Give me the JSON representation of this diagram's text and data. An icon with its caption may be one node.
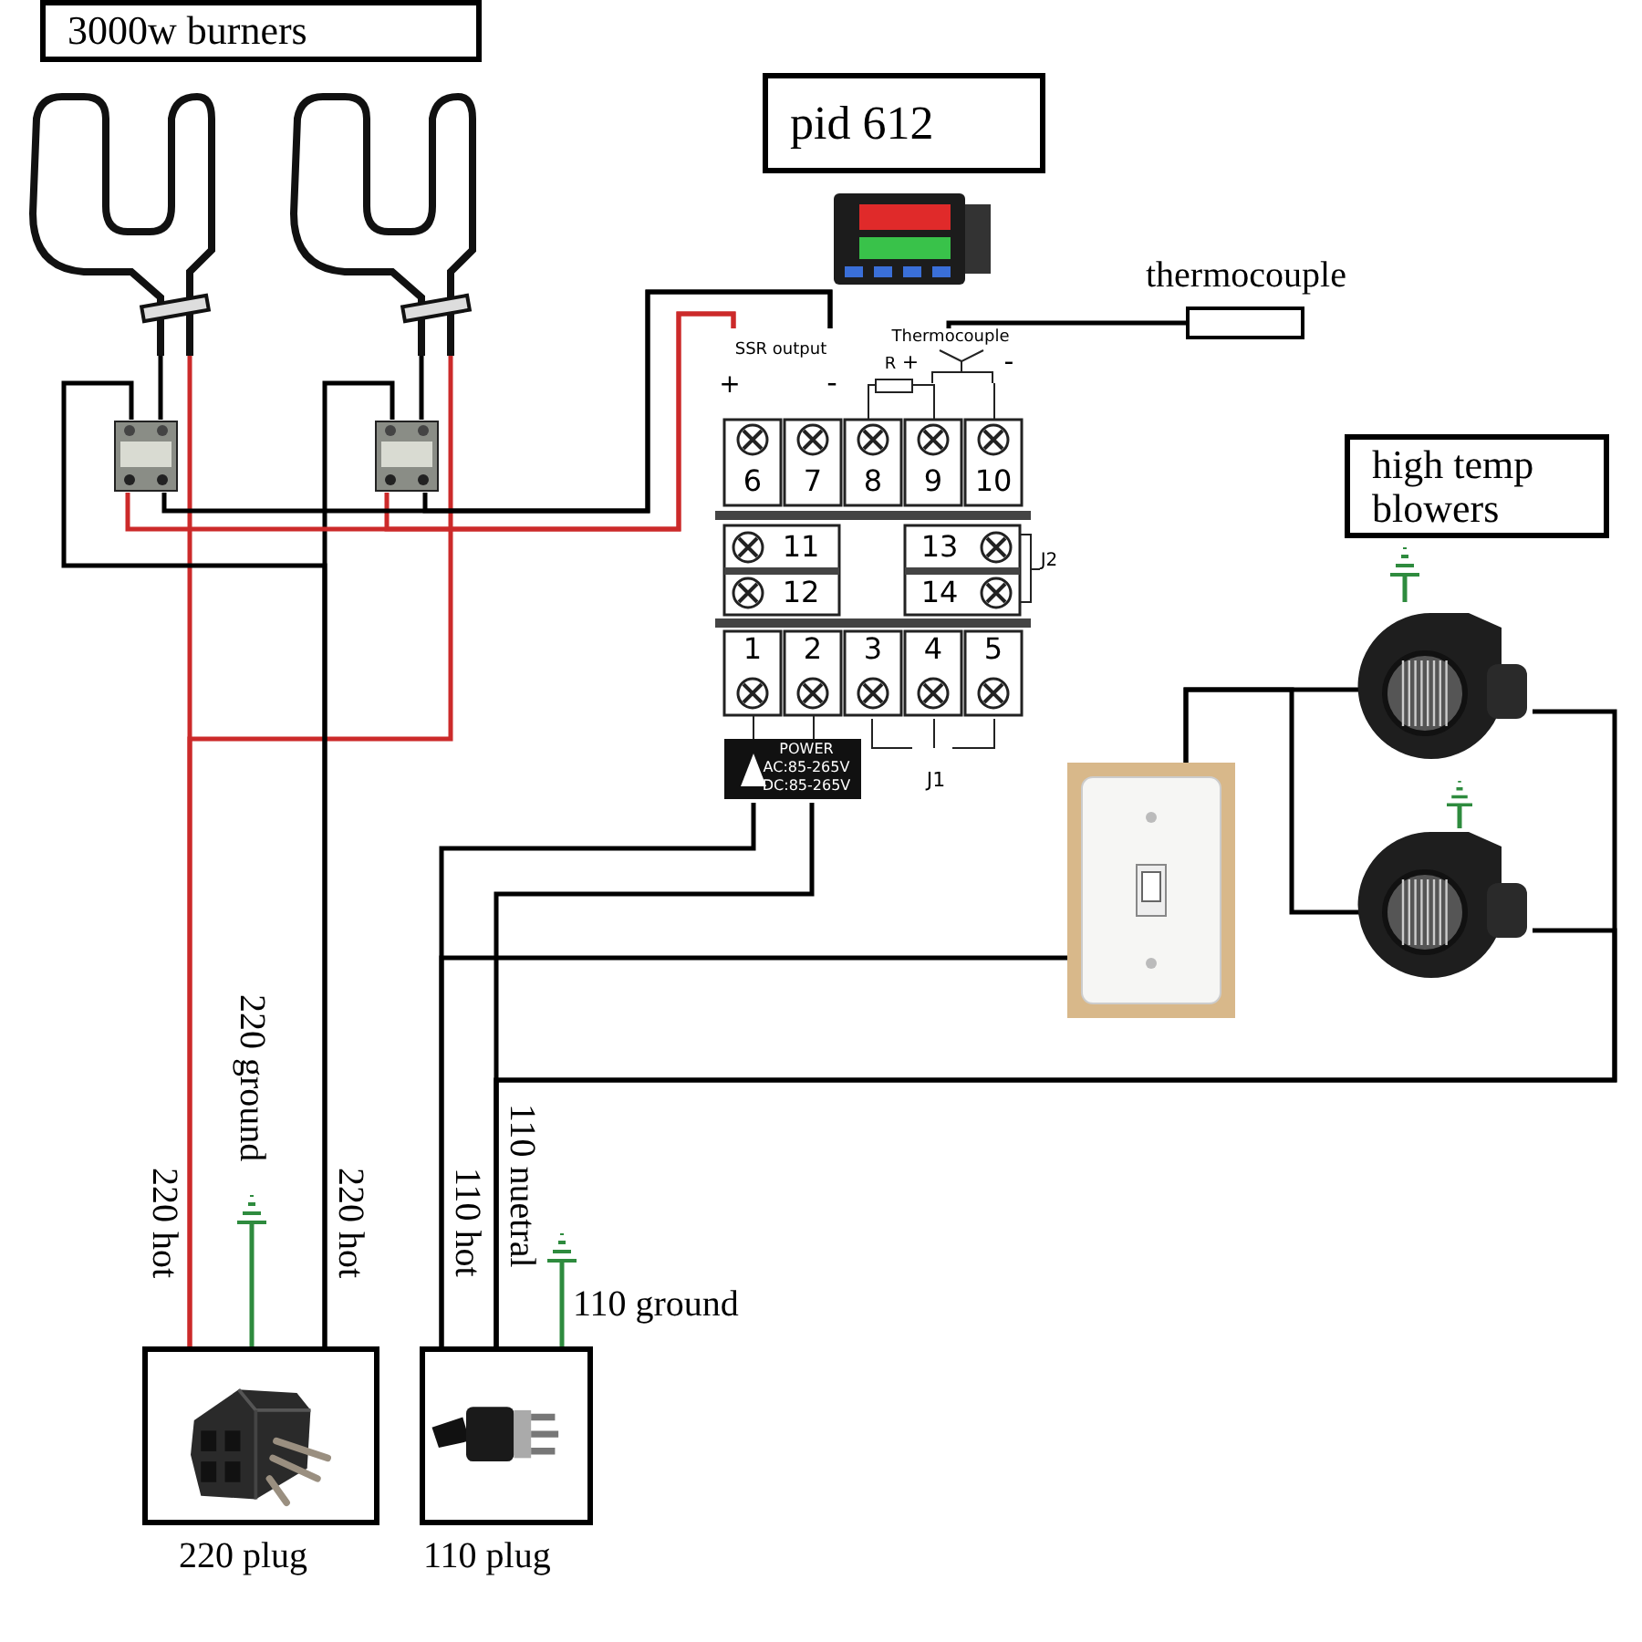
{
  "diagram": {
    "nodes": [
      {
        "text": [
          "3000w burners"
        ]
      },
      {
        "text": [],
        "shape": "picture"
      },
      {
        "text": [],
        "shape": "picture"
      },
      {
        "text": [],
        "shape": "picture"
      },
      {
        "text": [],
        "shape": "picture"
      },
      {
        "text": [
          "pid 612"
        ]
      },
      {
        "text": [],
        "shape": "picture"
      },
      {
        "text": [],
        "shape": "box",
        "beside": [
          "thermocouple"
        ]
      },
      {
        "text": [],
        "shape": "picture"
      },
      {
        "text": [
          "high temp blowers"
        ]
      },
      {
        "text": [],
        "shape": "picture"
      },
      {
        "text": [],
        "shape": "picture"
      },
      {
        "text": [],
        "shape": "picture"
      },
      {
        "text": [],
        "shape": "picture",
        "beside": [
          "220 plug"
        ]
      },
      {
        "text": [],
        "shape": "picture",
        "beside": [
          "110 plug"
        ]
      },
      {
        "text": [],
        "shape": "ground"
      },
      {
        "text": [],
        "shape": "ground"
      },
      {
        "text": [],
        "shape": "ground"
      },
      {
        "text": [],
        "shape": "ground"
      }
    ],
    "edges": [
      {
        "from": 13,
        "to": 1,
        "arrow": "none",
        "color": "#cc2a2a",
        "label": "220 hot"
      },
      {
        "from": 13,
        "to": 2,
        "arrow": "none",
        "color": "#cc2a2a"
      },
      {
        "from": 13,
        "to": 3,
        "arrow": "none",
        "label": "220 hot"
      },
      {
        "from": 13,
        "to": 4,
        "arrow": "none"
      },
      {
        "from": 3,
        "to": 1,
        "arrow": "none"
      },
      {
        "from": 4,
        "to": 2,
        "arrow": "none"
      },
      {
        "from": 8,
        "to": 3,
        "arrow": "none",
        "color": "#cc2a2a"
      },
      {
        "from": 8,
        "to": 4,
        "arrow": "none",
        "color": "#cc2a2a"
      },
      {
        "from": 8,
        "to": 3,
        "arrow": "none"
      },
      {
        "from": 8,
        "to": 4,
        "arrow": "none"
      },
      {
        "from": 7,
        "to": 8,
        "arrow": "none"
      },
      {
        "from": 13,
        "to": 15,
        "arrow": "none",
        "color": "#2e8b3e",
        "label": "220 ground"
      },
      {
        "from": 14,
        "to": 8,
        "arrow": "none",
        "label": "110 hot"
      },
      {
        "from": 14,
        "to": 12,
        "arrow": "none"
      },
      {
        "from": 14,
        "to": 8,
        "arrow": "none",
        "label": "110 nuetral"
      },
      {
        "from": 14,
        "to": 10,
        "arrow": "none"
      },
      {
        "from": 14,
        "to": 11,
        "arrow": "none"
      },
      {
        "from": 12,
        "to": 10,
        "arrow": "none"
      },
      {
        "from": 12,
        "to": 11,
        "arrow": "none"
      },
      {
        "from": 14,
        "to": 16,
        "arrow": "none",
        "color": "#2e8b3e",
        "label": "110 ground"
      },
      {
        "from": 10,
        "to": 17,
        "arrow": "none",
        "color": "#2e8b3e"
      },
      {
        "from": 11,
        "to": 18,
        "arrow": "none",
        "color": "#2e8b3e"
      }
    ],
    "labels": [
      "SSR output",
      "+",
      "-",
      "Thermocouple",
      "R",
      "+",
      "-",
      "6",
      "7",
      "8",
      "9",
      "10",
      "11",
      "12",
      "13",
      "14",
      "J2",
      "1",
      "2",
      "3",
      "4",
      "5",
      "POWER",
      "AC:85-265V",
      "DC:85-265V",
      "J1"
    ]
  }
}
